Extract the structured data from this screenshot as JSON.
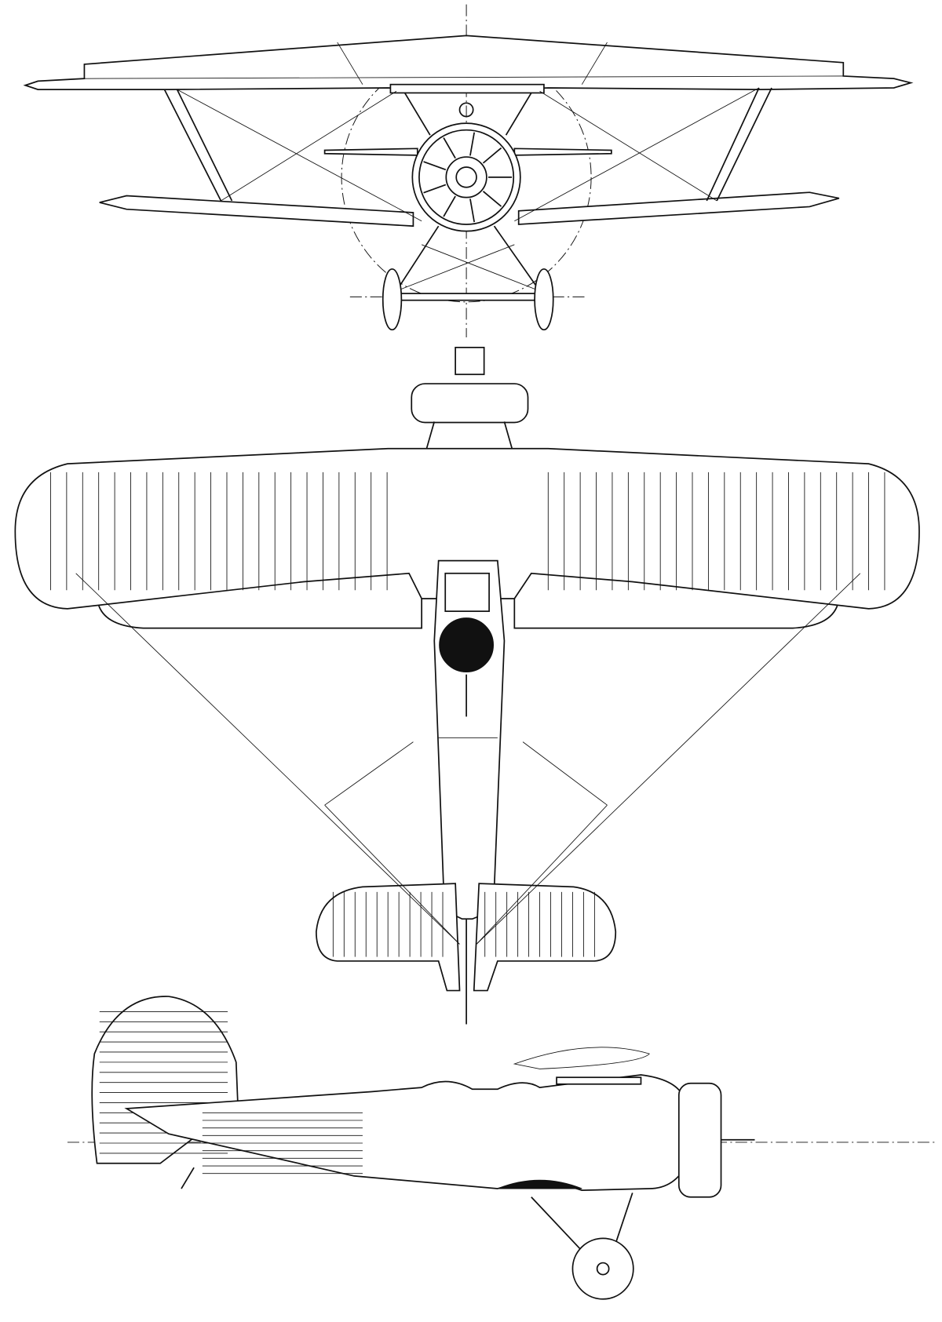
{
  "drawing": {
    "views": [
      "front",
      "top",
      "side"
    ],
    "line_color": "#111111",
    "background": "#ffffff"
  }
}
